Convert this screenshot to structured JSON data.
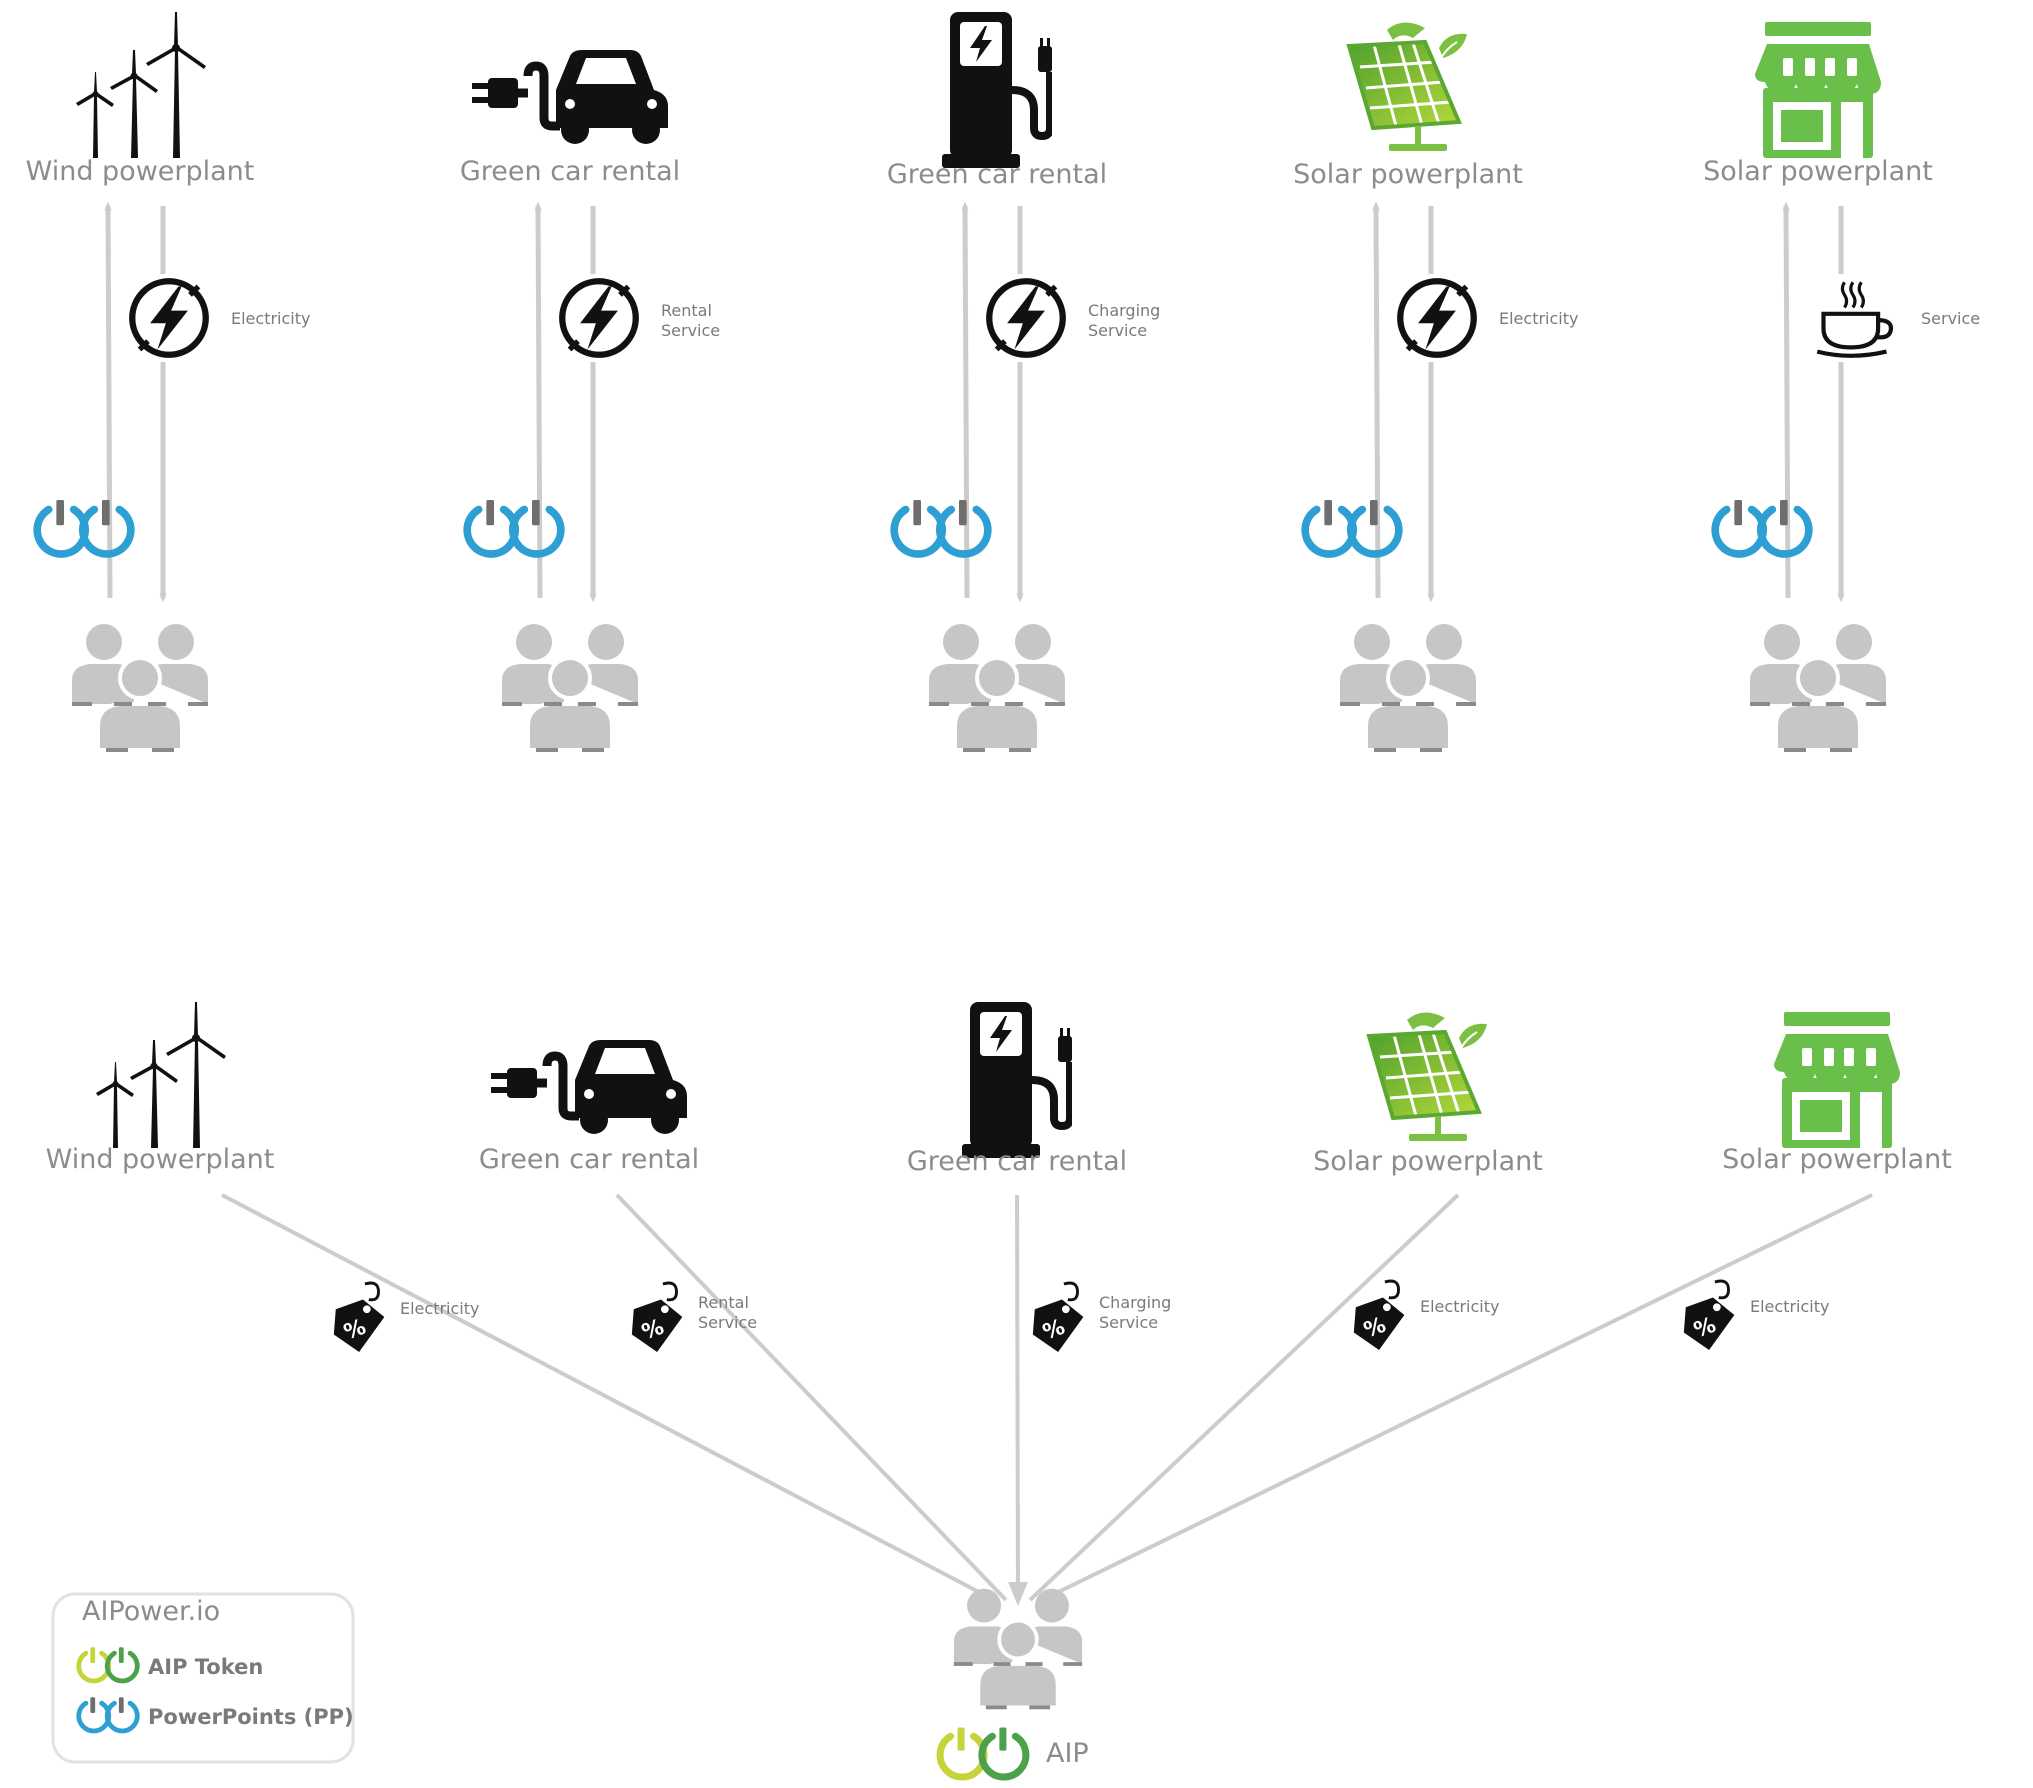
{
  "top_row": [
    {
      "provider": "Wind powerplant",
      "provider_icon": "wind-turbines-icon",
      "flow_icon": "lightning-icon",
      "flow_label": [
        "Electricity"
      ]
    },
    {
      "provider": "Green car rental",
      "provider_icon": "electric-car-icon",
      "flow_icon": "lightning-icon",
      "flow_label": [
        "Rental",
        "Service"
      ]
    },
    {
      "provider": "Green car rental",
      "provider_icon": "charging-station-icon",
      "flow_icon": "lightning-icon",
      "flow_label": [
        "Charging",
        "Service"
      ]
    },
    {
      "provider": "Solar powerplant",
      "provider_icon": "solar-panel-icon",
      "flow_icon": "lightning-icon",
      "flow_label": [
        "Electricity"
      ]
    },
    {
      "provider": "Solar powerplant",
      "provider_icon": "store-icon",
      "flow_icon": "coffee-cup-icon",
      "flow_label": [
        "Service"
      ]
    }
  ],
  "bottom_row": [
    {
      "provider": "Wind powerplant",
      "provider_icon": "wind-turbines-icon",
      "flow_icon": "discount-tag-icon",
      "flow_label": [
        "Electricity"
      ]
    },
    {
      "provider": "Green car rental",
      "provider_icon": "electric-car-icon",
      "flow_icon": "discount-tag-icon",
      "flow_label": [
        "Rental",
        "Service"
      ]
    },
    {
      "provider": "Green car rental",
      "provider_icon": "charging-station-icon",
      "flow_icon": "discount-tag-icon",
      "flow_label": [
        "Charging",
        "Service"
      ]
    },
    {
      "provider": "Solar powerplant",
      "provider_icon": "solar-panel-icon",
      "flow_icon": "discount-tag-icon",
      "flow_label": [
        "Electricity"
      ]
    },
    {
      "provider": "Solar powerplant",
      "provider_icon": "store-icon",
      "flow_icon": "discount-tag-icon",
      "flow_label": [
        "Electricity"
      ]
    }
  ],
  "hub": {
    "label": "AIP",
    "icon": "users-group-icon",
    "token_icon": "power-token-icon"
  },
  "legend": {
    "title": "AIPower.io",
    "items": [
      {
        "label": "AIP Token",
        "icon": "power-token-icon",
        "colors": [
          "#c6d43a",
          "#4ca14a"
        ]
      },
      {
        "label": "PowerPoints (PP)",
        "icon": "power-token-icon",
        "colors": [
          "#2e9fd3",
          "#2e9fd3"
        ]
      }
    ]
  },
  "colors": {
    "arrow": "#cccccc",
    "user_group": "#c6c6c6",
    "pp_token": "#2e9fd3",
    "aip_token_left": "#c6d43a",
    "aip_token_right": "#4ca14a",
    "solar_green": "#7bc043",
    "store_green": "#6abf4b",
    "icon_black": "#111111",
    "label_gray": "#8c8c8c"
  }
}
